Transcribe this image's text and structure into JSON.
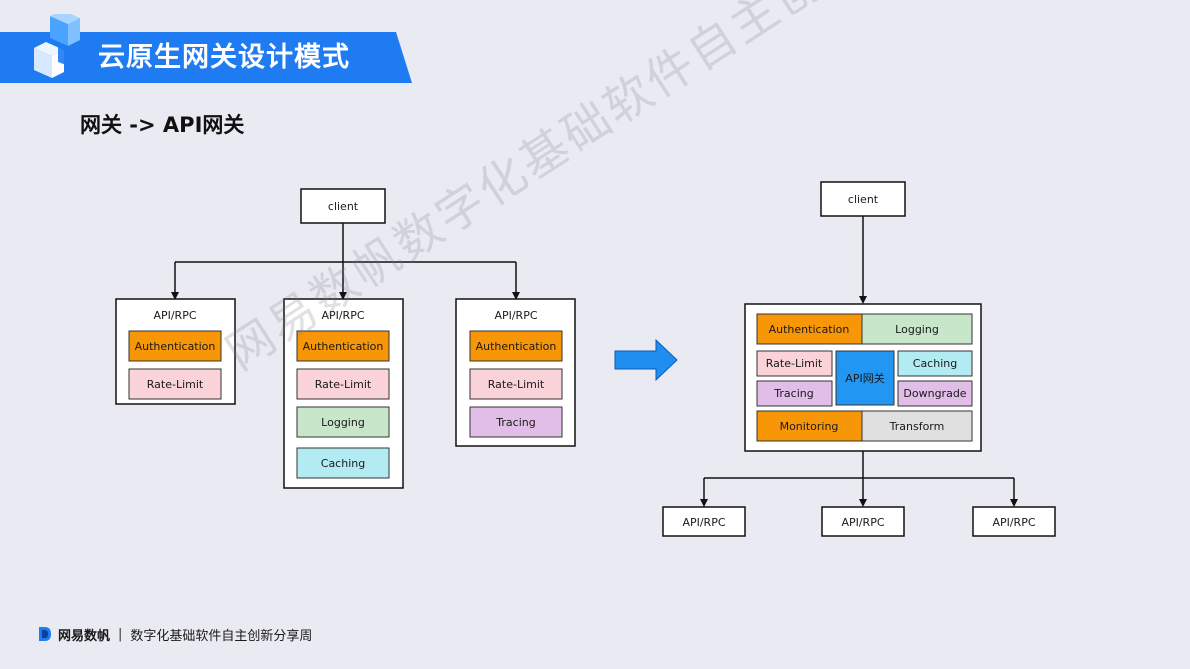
{
  "header": {
    "title": "云原生网关设计模式",
    "subtitle": "网关 -> API网关"
  },
  "left_diagram": {
    "client": "client",
    "services": [
      {
        "title": "API/RPC",
        "modules": [
          "Authentication",
          "Rate-Limit"
        ]
      },
      {
        "title": "API/RPC",
        "modules": [
          "Authentication",
          "Rate-Limit",
          "Logging",
          "Caching"
        ]
      },
      {
        "title": "API/RPC",
        "modules": [
          "Authentication",
          "Rate-Limit",
          "Tracing"
        ]
      }
    ]
  },
  "right_diagram": {
    "client": "client",
    "gateway": {
      "center": "API网关",
      "authentication": "Authentication",
      "logging": "Logging",
      "rate_limit": "Rate-Limit",
      "tracing": "Tracing",
      "caching": "Caching",
      "downgrade": "Downgrade",
      "monitoring": "Monitoring",
      "transform": "Transform"
    },
    "backends": [
      "API/RPC",
      "API/RPC",
      "API/RPC"
    ]
  },
  "watermark": "网易数帆数字化基础软件自主创新分享周",
  "footer": {
    "brand": "网易数帆",
    "separator": "|",
    "slogan": "数字化基础软件自主创新分享周"
  },
  "colors": {
    "banner": "#1f7bf2",
    "authentication": "#f79708",
    "rate_limit": "#f9d3d8",
    "logging": "#c8e6c9",
    "caching": "#b2ebf2",
    "tracing": "#e1bee7",
    "downgrade": "#e1bee7",
    "monitoring": "#f79708",
    "transform": "#e0e0e0",
    "gateway_center": "#2196f3",
    "arrow": "#1f8ef0"
  }
}
